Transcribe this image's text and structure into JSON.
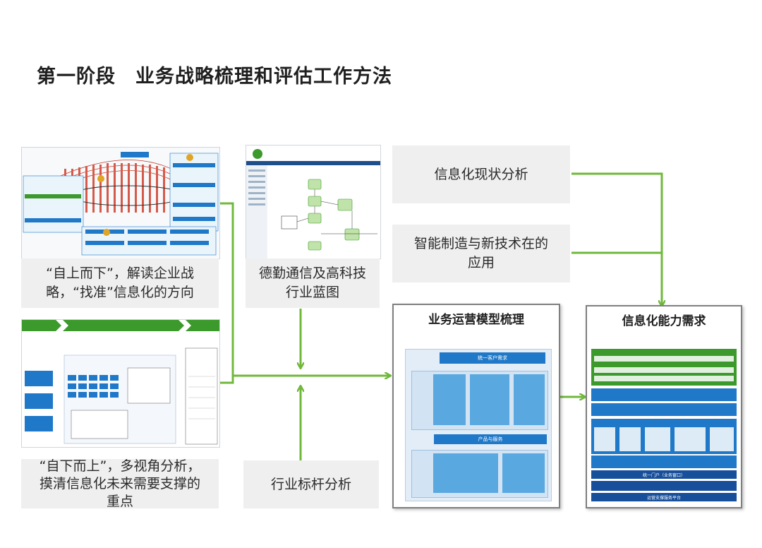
{
  "title": "第一阶段　业务战略梳理和评估工作方法",
  "captions": {
    "top_down": "“自上而下”，解读企业战\n略，“找准”信息化的方向",
    "bottom_up": "“自下而上”，多视角分析，\n摸清信息化未来需要支撑的\n重点",
    "deloitte": "德勤通信及高科技\n行业蓝图",
    "benchmark": "行业标杆分析",
    "status": "信息化现状分析",
    "smart": "智能制造与新技术在的\n应用"
  },
  "ops_model": {
    "title": "业务运营模型梳理",
    "header_box": "统一客户需求",
    "mid_bar": "产品与服务"
  },
  "it_capability": {
    "title": "信息化能力需求",
    "bottom1": "统一门户（业务窗口）",
    "bottom2": "运营支撑服务平台"
  },
  "colors": {
    "arrow": "#70b83b",
    "gray_box": "#efefef",
    "blue": "#1f78c8",
    "green": "#3c9a2c"
  }
}
